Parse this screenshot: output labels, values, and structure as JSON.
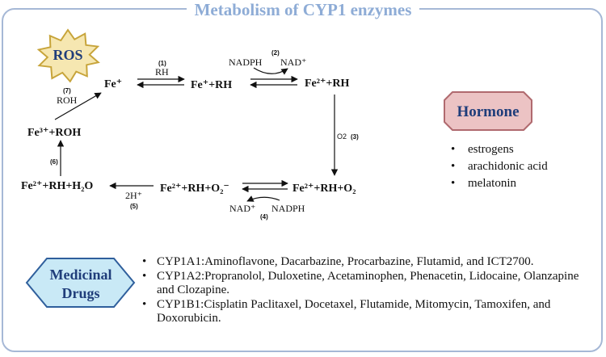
{
  "title": "Metabolism of CYP1 enzymes",
  "badges": {
    "ros": "ROS",
    "hormone": "Hormone",
    "medicinal_line1": "Medicinal",
    "medicinal_line2": "Drugs"
  },
  "colors": {
    "title": "#8eacd6",
    "frame": "#a6b8d6",
    "ros_fill": "#f6e7b1",
    "ros_stroke": "#c7a43a",
    "hormone_fill": "#ecc3c4",
    "hormone_stroke": "#b06a6f",
    "medicinal_fill": "#c9e9f6",
    "medicinal_stroke": "#2f5f9c"
  },
  "cycle": {
    "nodes": {
      "fe_plus": "Fe⁺",
      "fe_plus_rh": "Fe⁺+RH",
      "fe2_rh": "Fe²⁺+RH",
      "fe2_rh_o2": "Fe²⁺+RH+O₂",
      "fe2_rh_o2_minus": "Fe²⁺+RH+O₂⁻",
      "fe2_rh_h2o": "Fe²⁺+RH+H₂O",
      "fe3_roh": "Fe³⁺+ROH"
    },
    "steps": {
      "s1_num": "(1)",
      "s1_label": "RH",
      "s2_num": "(2)",
      "s2_in": "NADPH",
      "s2_out": "NAD⁺",
      "s3_label": "O2",
      "s3_num": "(3)",
      "s4_num": "(4)",
      "s4_out": "NAD⁺",
      "s4_in": "NADPH",
      "s5_label": "2H⁺",
      "s5_num": "(5)",
      "s6_num": "(6)",
      "s7_num": "(7)",
      "s7_label": "ROH"
    }
  },
  "hormones": [
    "estrogens",
    "arachidonic acid",
    "melatonin"
  ],
  "drugs": [
    "CYP1A1:Aminoflavone, Dacarbazine, Procarbazine, Flutamid, and ICT2700.",
    "CYP1A2:Propranolol, Duloxetine, Acetaminophen, Phenacetin, Lidocaine, Olanzapine and Clozapine.",
    "CYP1B1:Cisplatin Paclitaxel, Docetaxel, Flutamide, Mitomycin, Tamoxifen, and Doxorubicin."
  ],
  "bullet": "•"
}
